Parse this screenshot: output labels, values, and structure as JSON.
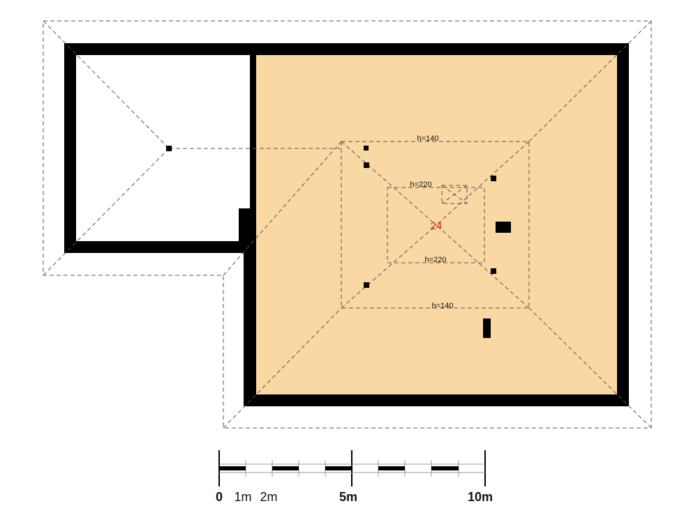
{
  "plan": {
    "room_number": "24",
    "labels": {
      "upper_h140": "h=140",
      "lower_h140": "h=140",
      "upper_h220": "h=220",
      "lower_h220": "h=220"
    }
  },
  "scale_bar": {
    "labels": {
      "zero": "0",
      "one": "1m",
      "two": "2m",
      "five": "5m",
      "ten": "10m"
    }
  },
  "colors": {
    "attic_floor": "#fad8a3",
    "wall": "#000000",
    "room_number": "#d8262c",
    "dashed_lines": "#555555"
  }
}
